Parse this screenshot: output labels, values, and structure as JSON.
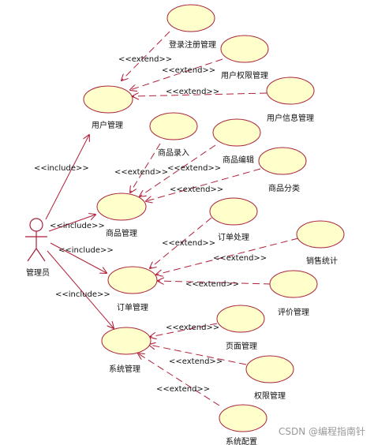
{
  "actor": {
    "label": "管理员"
  },
  "use_cases": {
    "user_mgmt": "用户管理",
    "login_mgmt": "登录注册管理",
    "user_perm_mgmt": "用户权限管理",
    "user_info_mgmt": "用户信息管理",
    "goods_mgmt": "商品管理",
    "goods_entry": "商品录入",
    "goods_edit": "商品编辑",
    "goods_category": "商品分类",
    "order_mgmt": "订单管理",
    "order_process": "订单处理",
    "sales_stats": "销售统计",
    "review_mgmt": "评价管理",
    "system_mgmt": "系统管理",
    "page_mgmt": "页面管理",
    "perm_mgmt": "权限管理",
    "system_config": "系统配置"
  },
  "stereotypes": {
    "include": "<<include>>",
    "extend": "<<extend>>"
  },
  "watermark": "CSDN @编程指南针",
  "colors": {
    "usecase_fill": "#ffffcc",
    "line": "#b0203a",
    "text": "#111111"
  }
}
